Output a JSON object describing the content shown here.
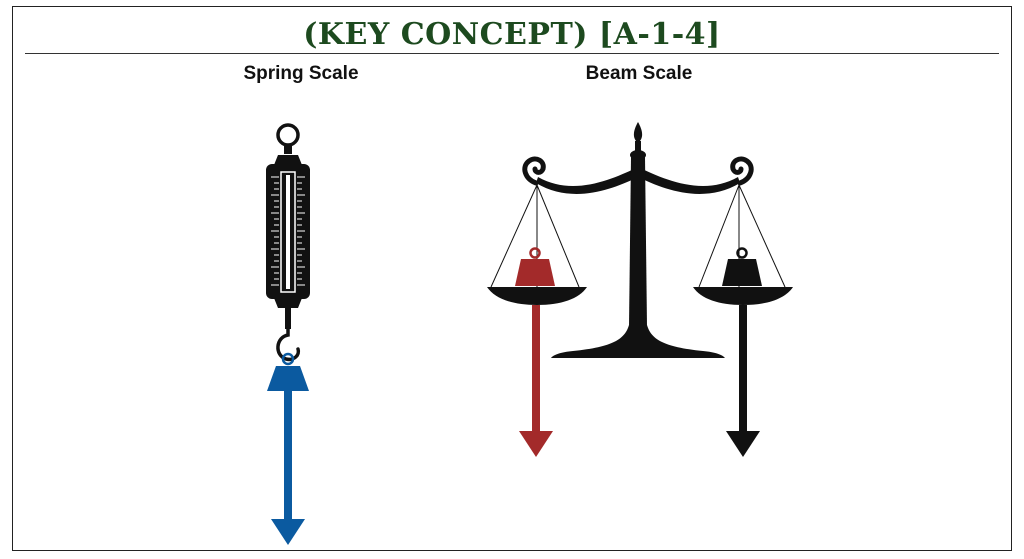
{
  "title": "(KEY CONCEPT) [A-1-4]",
  "labels": {
    "spring": "Spring Scale",
    "beam": "Beam Scale"
  },
  "colors": {
    "title": "#1d4a1f",
    "spring_weight": "#0b5aa0",
    "left_pan_weight": "#a32a2a",
    "right_pan_weight": "#111111",
    "scale_body": "#111111"
  },
  "icons": [
    "spring-scale-icon",
    "beam-scale-icon",
    "weight-icon",
    "force-arrow-icon"
  ]
}
